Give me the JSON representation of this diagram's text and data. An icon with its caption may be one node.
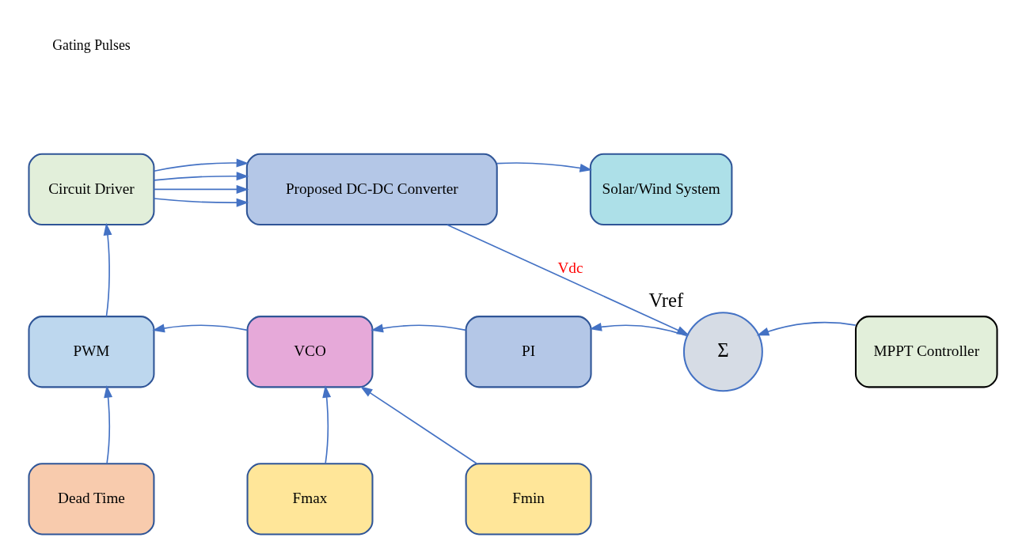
{
  "diagram": {
    "nodes": [
      {
        "text": [
          "Circuit Driver"
        ]
      },
      {
        "text": [
          "Proposed DC-DC Converter"
        ]
      },
      {
        "text": [
          "Solar/Wind System"
        ]
      },
      {
        "text": [
          "PWM"
        ]
      },
      {
        "text": [
          "VCO"
        ]
      },
      {
        "text": [
          "PI"
        ]
      },
      {
        "text": [
          "Σ"
        ],
        "beside": [
          "Vref"
        ]
      },
      {
        "text": [
          "MPPT Controller"
        ]
      },
      {
        "text": [
          "Dead Time"
        ]
      },
      {
        "text": [
          "Fmax"
        ]
      },
      {
        "text": [
          "Fmin"
        ]
      }
    ],
    "edges": [
      {
        "from": 0,
        "to": 1,
        "arrow": "to"
      },
      {
        "from": 0,
        "to": 1,
        "arrow": "to"
      },
      {
        "from": 0,
        "to": 1,
        "arrow": "to"
      },
      {
        "from": 0,
        "to": 1,
        "arrow": "to"
      },
      {
        "from": 1,
        "to": 2,
        "arrow": "to"
      },
      {
        "from": 1,
        "to": 6,
        "arrow": "to",
        "label": "Vdc"
      },
      {
        "from": 7,
        "to": 6,
        "arrow": "to"
      },
      {
        "from": 6,
        "to": 5,
        "arrow": "to"
      },
      {
        "from": 5,
        "to": 4,
        "arrow": "to"
      },
      {
        "from": 4,
        "to": 3,
        "arrow": "to"
      },
      {
        "from": 3,
        "to": 0,
        "arrow": "to"
      },
      {
        "from": 8,
        "to": 3,
        "arrow": "to"
      },
      {
        "from": 9,
        "to": 4,
        "arrow": "to"
      },
      {
        "from": 10,
        "to": 4,
        "arrow": "to"
      }
    ],
    "labels": [
      "Gating Pulses"
    ]
  }
}
